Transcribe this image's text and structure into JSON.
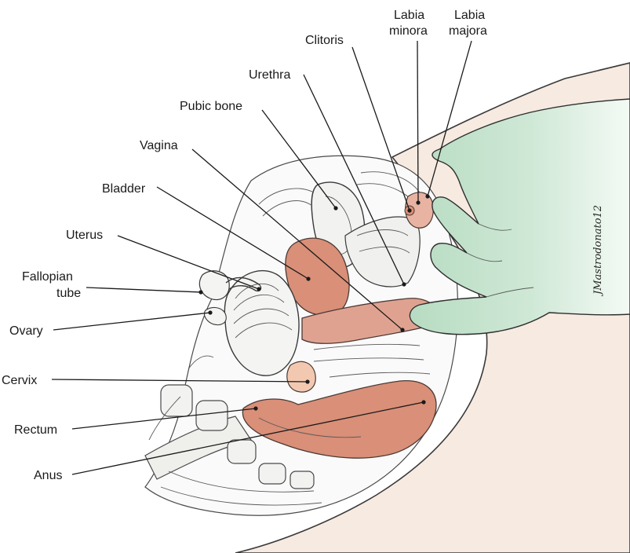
{
  "diagram": {
    "labels": {
      "labia_minora_1": "Labia",
      "labia_minora_2": "minora",
      "labia_majora_1": "Labia",
      "labia_majora_2": "majora",
      "clitoris": "Clitoris",
      "urethra": "Urethra",
      "pubic_bone": "Pubic bone",
      "vagina": "Vagina",
      "bladder": "Bladder",
      "uterus": "Uterus",
      "fallopian_1": "Fallopian",
      "fallopian_2": "tube",
      "ovary": "Ovary",
      "cervix": "Cervix",
      "rectum": "Rectum",
      "anus": "Anus"
    },
    "signature": "JMastrodonato12",
    "colors": {
      "organ": "#d98f78",
      "organ_light": "#e8b3a2",
      "skin": "#f6eae1",
      "glove": "#bfe0c8",
      "glove_fade": "#eef7f0",
      "bone": "#f2f2f0",
      "tissue": "#fafafa"
    }
  }
}
